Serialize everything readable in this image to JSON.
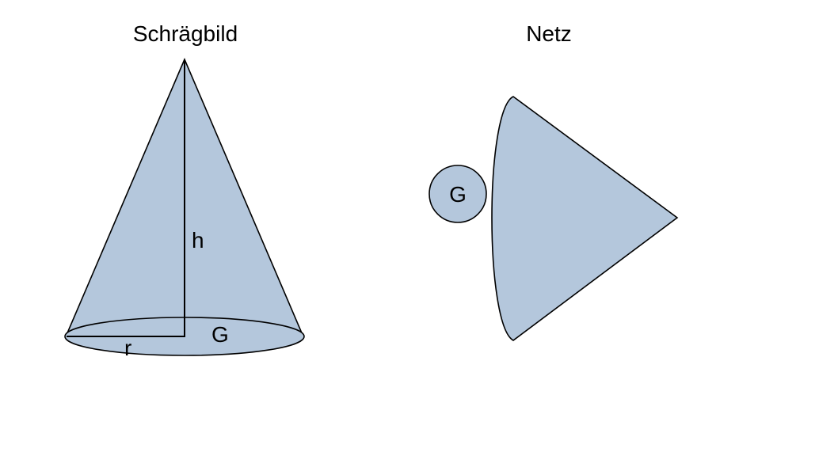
{
  "titles": {
    "oblique": "Schrägbild",
    "net": "Netz"
  },
  "labels": {
    "height": "h",
    "radius": "r",
    "base_oblique": "G",
    "base_net": "G"
  },
  "colors": {
    "fill": "#b4c7dc",
    "stroke": "#000000",
    "background": "#ffffff"
  }
}
